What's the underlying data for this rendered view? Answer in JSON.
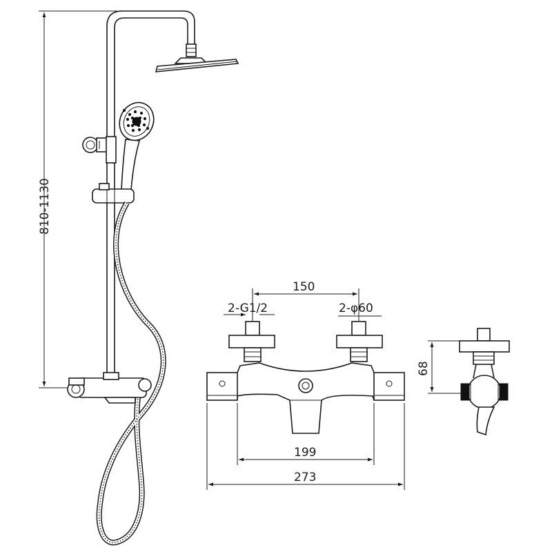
{
  "dimensions": {
    "height_range": "810-1130",
    "inlet_spacing": "150",
    "inlet_thread": "2-G1/2",
    "cover_diameter": "2-φ60",
    "body_inner_width": "199",
    "total_width": "273",
    "side_depth": "68"
  }
}
